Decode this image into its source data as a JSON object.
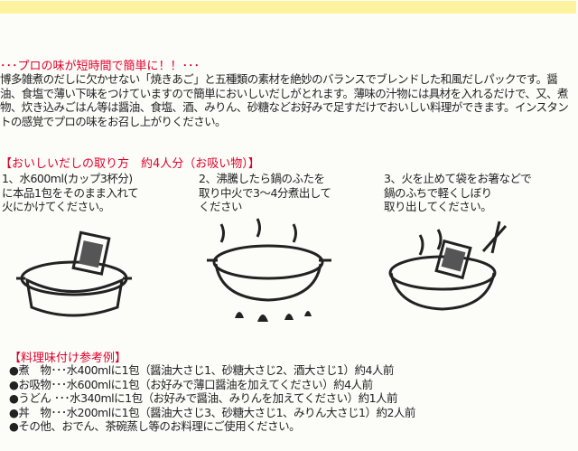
{
  "header_band_color": "#fdf29d",
  "intro": {
    "title": "･･･プロの味が短時間で簡単に！！･･･",
    "body": "博多雑煮のだしに欠かせない「焼きあご」と五種類の素材を絶妙のバランスでブレンドした和風だしパックです。醤油、食塩で薄い下味をつけていますので簡単においしいだしがとれます。薄味の汁物には具材を入れるだけで、又、煮物、炊き込みごはん等は醤油、食塩、酒、みりん、砂糖などお好みで足すだけでおいしい料理ができます。インスタントの感覚でプロの味をお召し上がりください。"
  },
  "method": {
    "title": "【おいしいだしの取り方　約4人分（お吸い物）】",
    "steps": [
      "1、水600ml(カップ3杯分)\nに本品1包をそのまま入れて\n火にかけてください。",
      "2、沸騰したら鍋のふたを\n取り中火で3～4分煮出して\nください",
      "3、火を止めて袋をお箸などで\n鍋のふちで軽くしぼり\n取り出してください。"
    ]
  },
  "reference": {
    "title": "【料理味付け参考例】",
    "items": [
      "●煮　物･･･水400mlに1包（醤油大さじ1、砂糖大さじ2、酒大さじ1）約4人前",
      "●お吸物･･･水600mlに1包（お好みで薄口醤油を加えてください）約4人前",
      "●うどん ･･･水340mlに1包（お好みで醤油、みりんを加えてください）約1人前",
      "●丼　物･･･水200mlに1包（醤油大さじ3、砂糖大さじ1、みりん大さじ1）約2人前",
      "●その他、おでん、茶碗蒸し等のお料理にご使用ください。"
    ]
  },
  "accent_color": "#e0002a"
}
